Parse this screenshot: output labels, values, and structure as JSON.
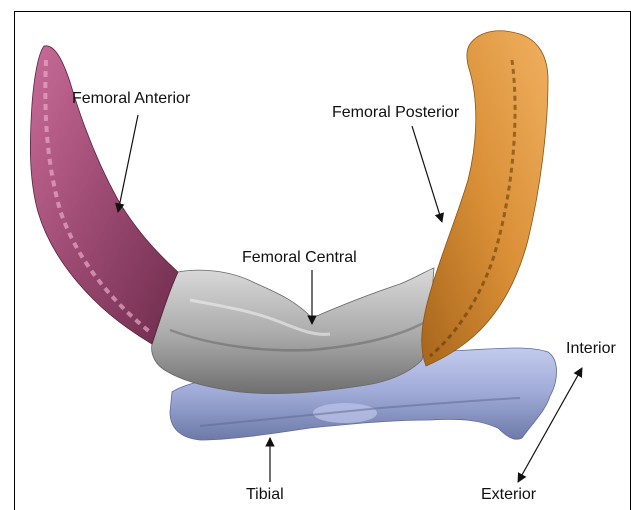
{
  "labels": {
    "femoral_anterior": "Femoral Anterior",
    "femoral_posterior": "Femoral Posterior",
    "femoral_central": "Femoral Central",
    "interior": "Interior",
    "tibial": "Tibial",
    "exterior": "Exterior"
  },
  "colors": {
    "femoral_anterior": "#9c4a72",
    "femoral_posterior": "#d98f36",
    "femoral_central": "#a9a9a9",
    "tibial": "#9ea9d6",
    "arrow": "#111111"
  }
}
